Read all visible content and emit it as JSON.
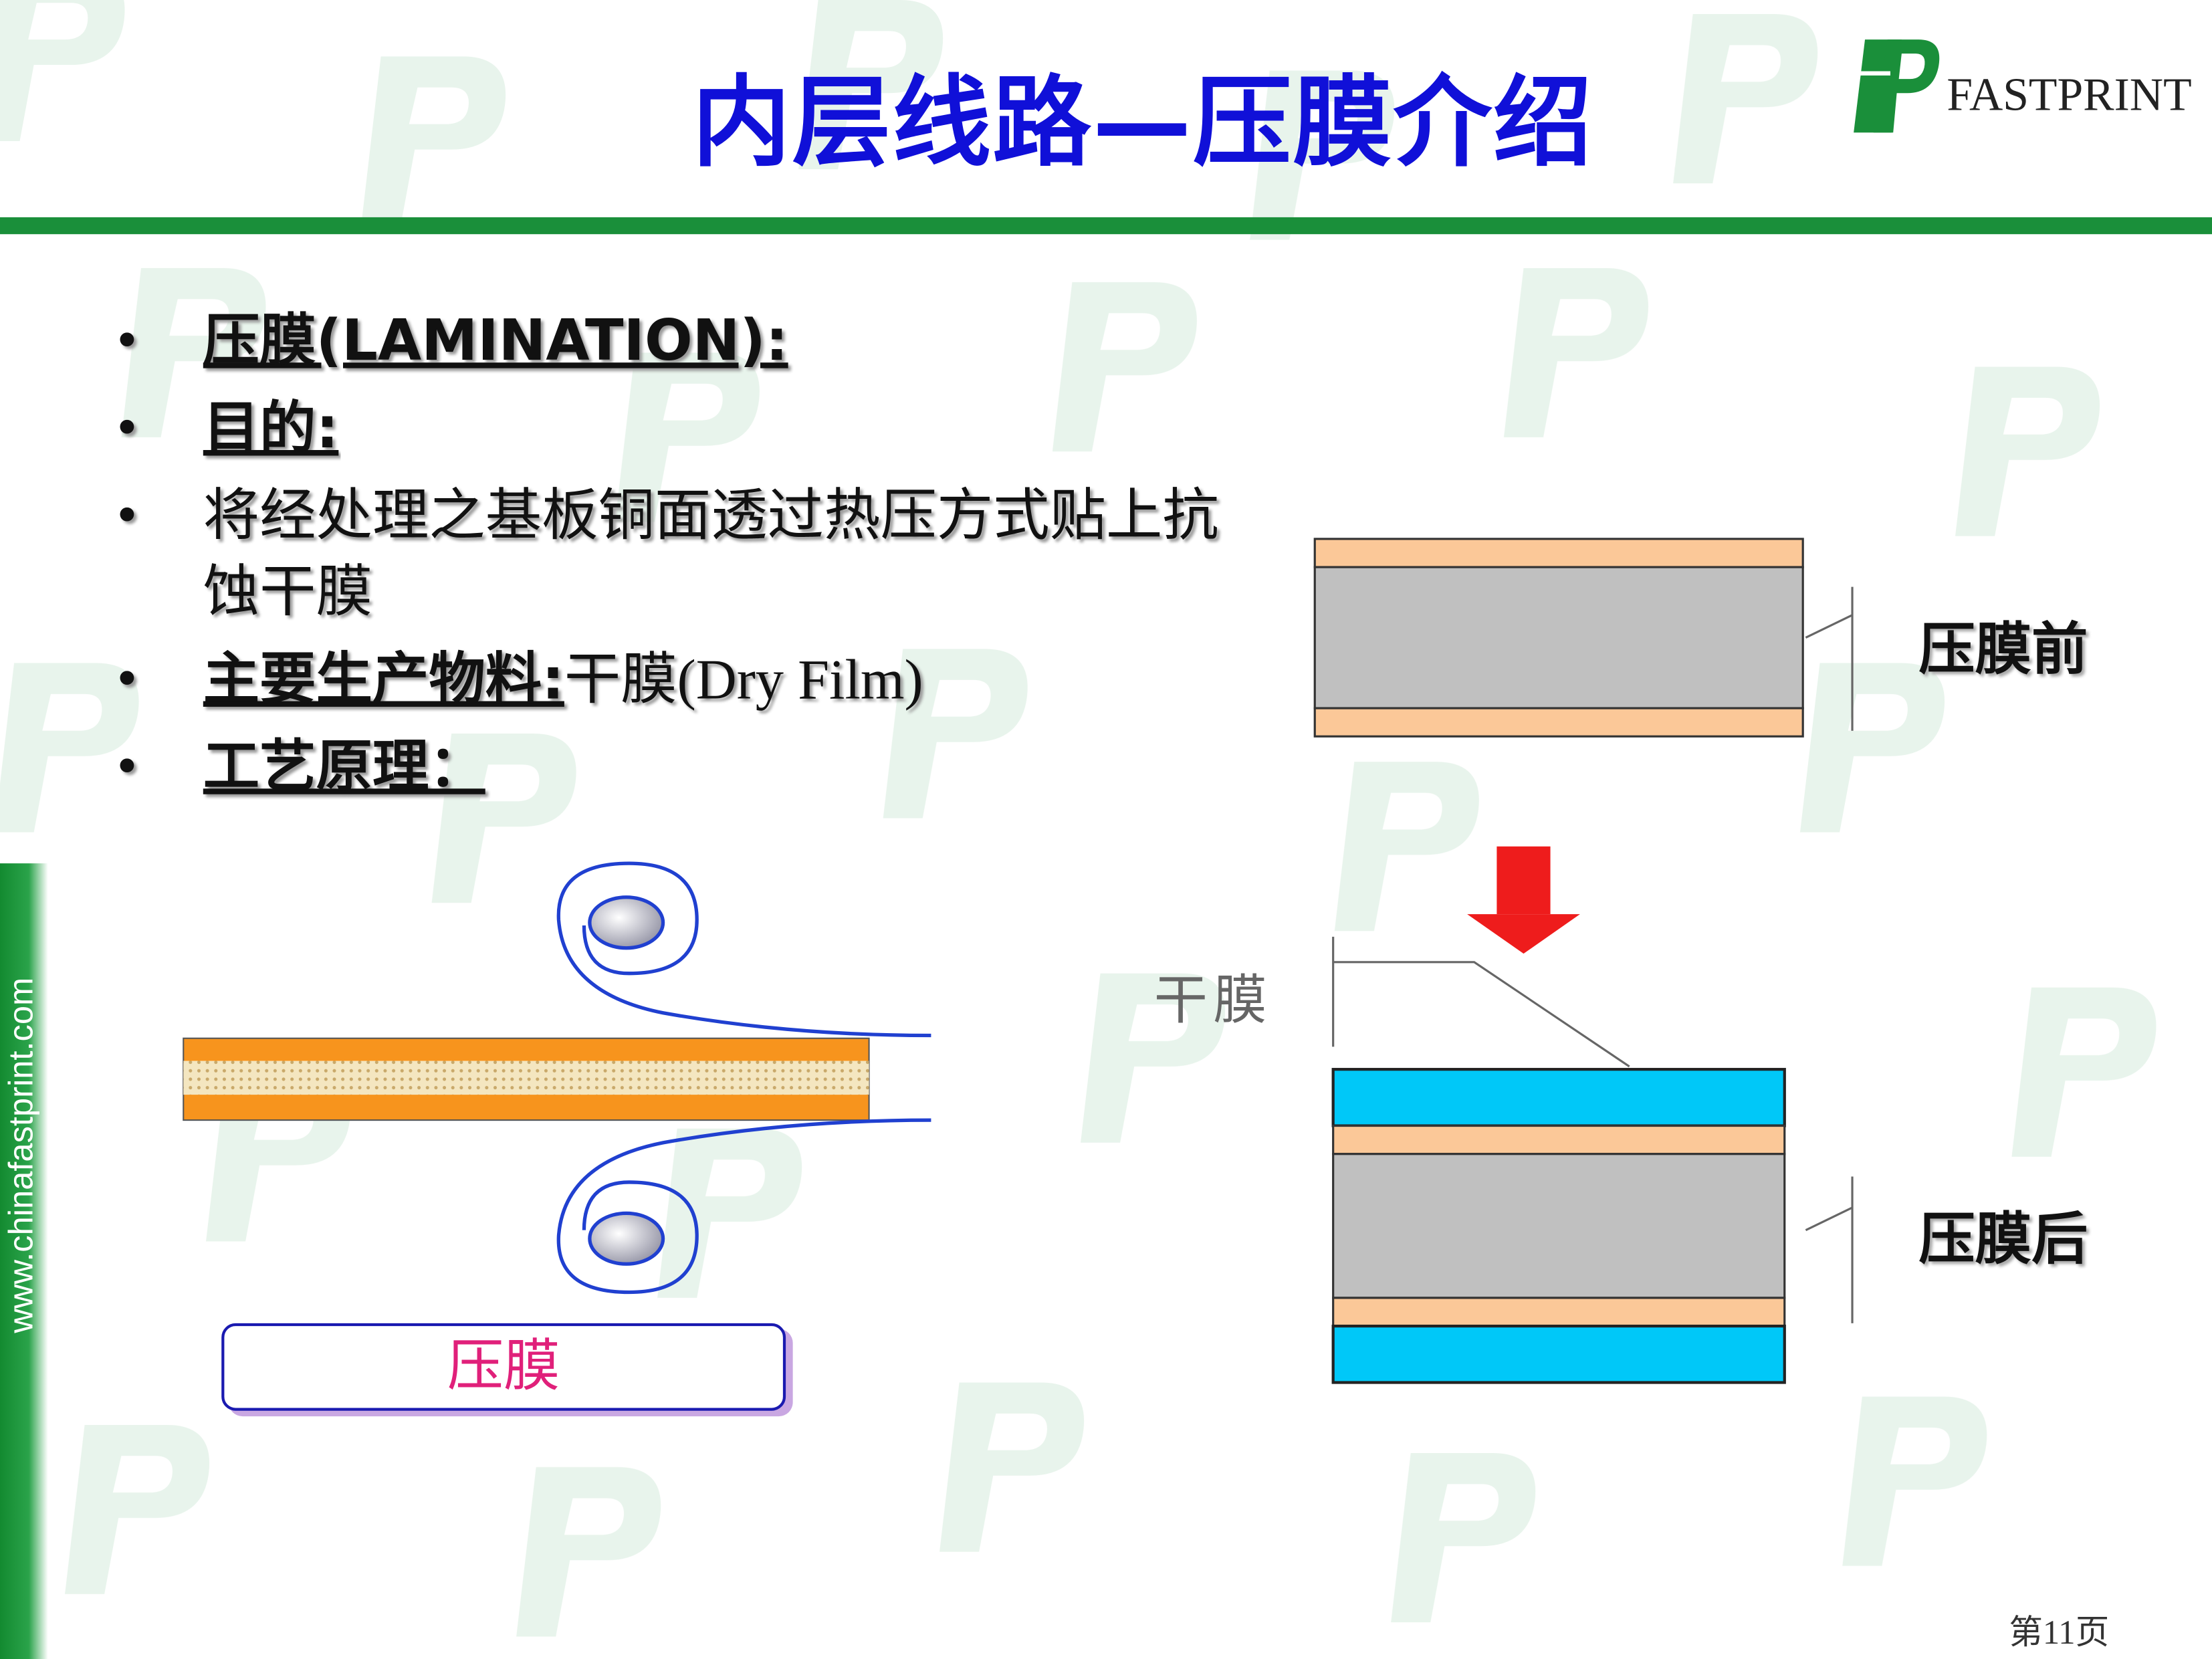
{
  "slide": {
    "title": "内层线路—压膜介绍",
    "page_number": "第11页"
  },
  "logo": {
    "text": "FASTPRINT"
  },
  "side_strip": {
    "text": "www.chinafastprint.com"
  },
  "bullets": [
    {
      "label": "压膜(LAMINATION):",
      "text": ""
    },
    {
      "label": "目的:",
      "text": ""
    },
    {
      "label": "",
      "text": "将经处理之基板铜面透过热压方式贴上抗蚀干膜"
    },
    {
      "label": "主要生产物料:",
      "text": "干膜(Dry Film)"
    },
    {
      "label": "工艺原理：",
      "text": ""
    }
  ],
  "diagram": {
    "before_label": "压膜前",
    "after_label": "压膜后",
    "dry_film_label": "干膜",
    "process_label": "压膜"
  },
  "colors": {
    "title": "#1010d8",
    "header_rule": "#1a8f3a",
    "copper": "#fbc898",
    "core": "#c0c0c0",
    "dry_film": "#00c8f8",
    "arrow": "#ee1c1c",
    "roller_film": "#2040d0",
    "panel_orange": "#f7941d",
    "process_text": "#e0207a"
  },
  "icons": [
    "fastprint-logo",
    "down-arrow-icon",
    "roller-icon"
  ]
}
